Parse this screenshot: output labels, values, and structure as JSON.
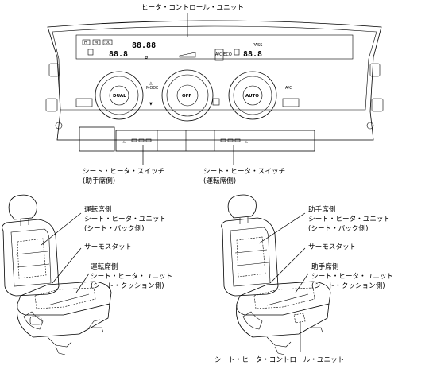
{
  "panel": {
    "display_temp_main": "88.88",
    "display_temp_left": "88.8",
    "display_temp_right": "88.8",
    "pass_label": "PASS",
    "knob_left": "DUAL",
    "knob_center": "OFF",
    "knob_right": "AUTO",
    "btn_mode": "MODE",
    "btn_ac": "A/C",
    "btn_aux": "A/C ECO"
  },
  "labels": {
    "heater_control_unit": "ヒータ・コントロール・ユニット",
    "seat_heater_switch_passenger_l1": "シート・ヒータ・スイッチ",
    "seat_heater_switch_passenger_l2": "(助手席側)",
    "seat_heater_switch_driver_l1": "シート・ヒータ・スイッチ",
    "seat_heater_switch_driver_l2": "(運転席側)",
    "left_back_l1": "運転席側",
    "left_back_l2": "シート・ヒータ・ユニット",
    "left_back_l3": "(シート・バック側)",
    "left_thermostat": "サーモスタット",
    "left_cushion_l1": "運転席側",
    "left_cushion_l2": "シート・ヒータ・ユニット",
    "left_cushion_l3": "(シート・クッション側)",
    "right_back_l1": "助手席側",
    "right_back_l2": "シート・ヒータ・ユニット",
    "right_back_l3": "(シート・バック側)",
    "right_thermostat": "サーモスタット",
    "right_cushion_l1": "助手席側",
    "right_cushion_l2": "シート・ヒータ・ユニット",
    "right_cushion_l3": "(シート・クッション側)",
    "seat_heater_control_unit": "シート・ヒータ・コントロール・ユニット"
  }
}
